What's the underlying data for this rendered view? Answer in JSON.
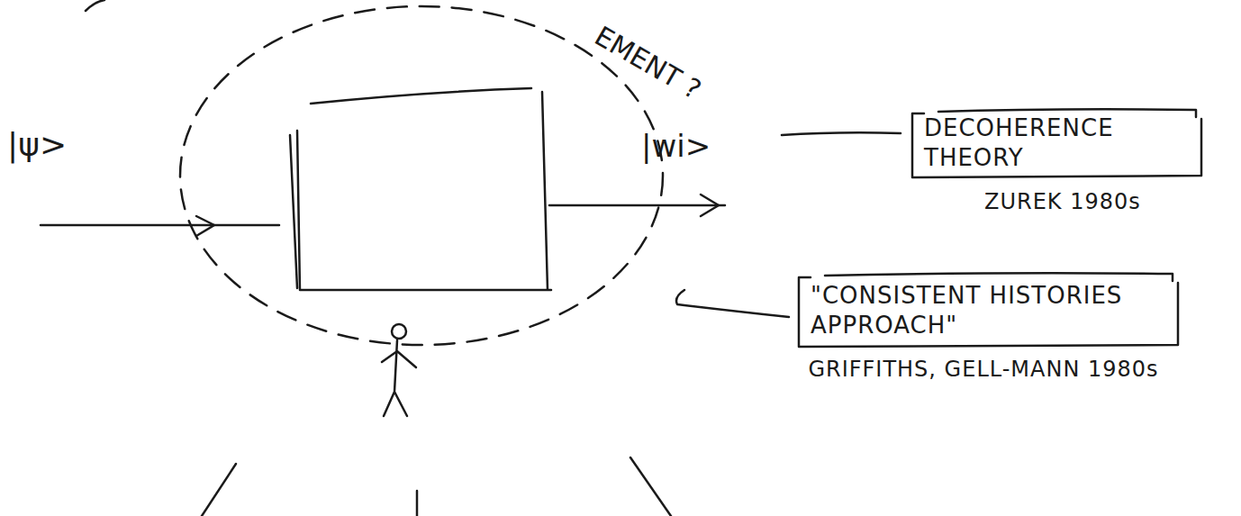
{
  "diagram": {
    "nodes": [
      {
        "text": [
          "DECOHERENCE THEORY",
          "ZUREK 1980s"
        ]
      },
      {
        "text": [
          "\"CONSISTENT HISTORIES APPROACH\"",
          "GRIFFITHS, GELL-MANN 1980s"
        ]
      }
    ],
    "labels": [
      "|ψ>",
      "|wi>",
      "EMENT ?"
    ]
  }
}
